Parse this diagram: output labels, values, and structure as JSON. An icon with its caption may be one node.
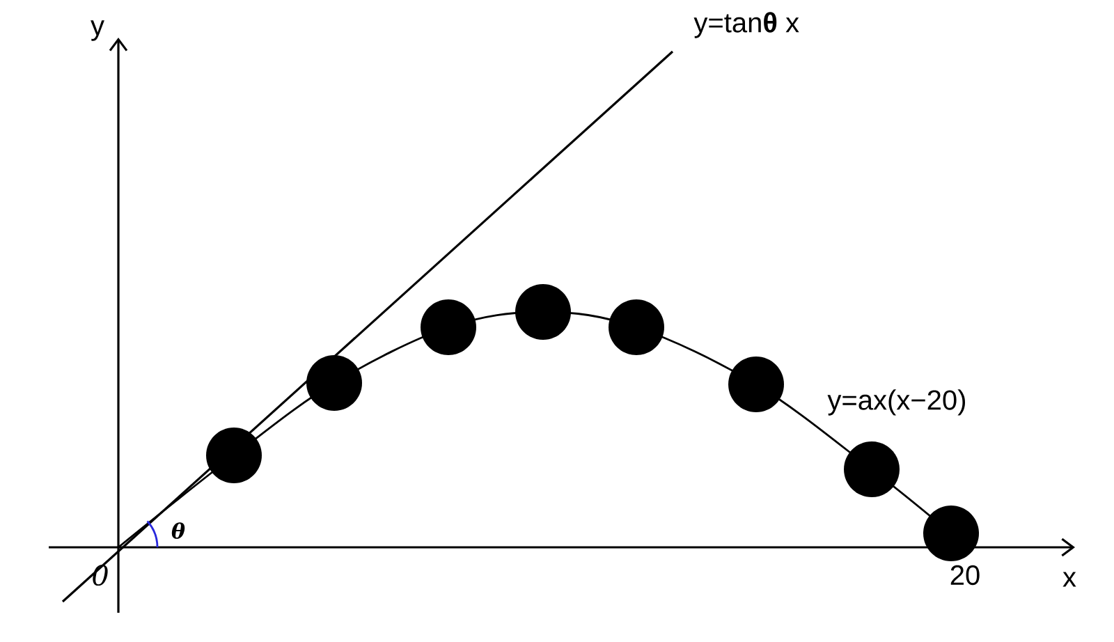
{
  "diagram": {
    "labels": [
      "y",
      "y=tan**θ** x",
      "y=ax(x−20)",
      "θ",
      "0",
      "20",
      "x"
    ]
  }
}
